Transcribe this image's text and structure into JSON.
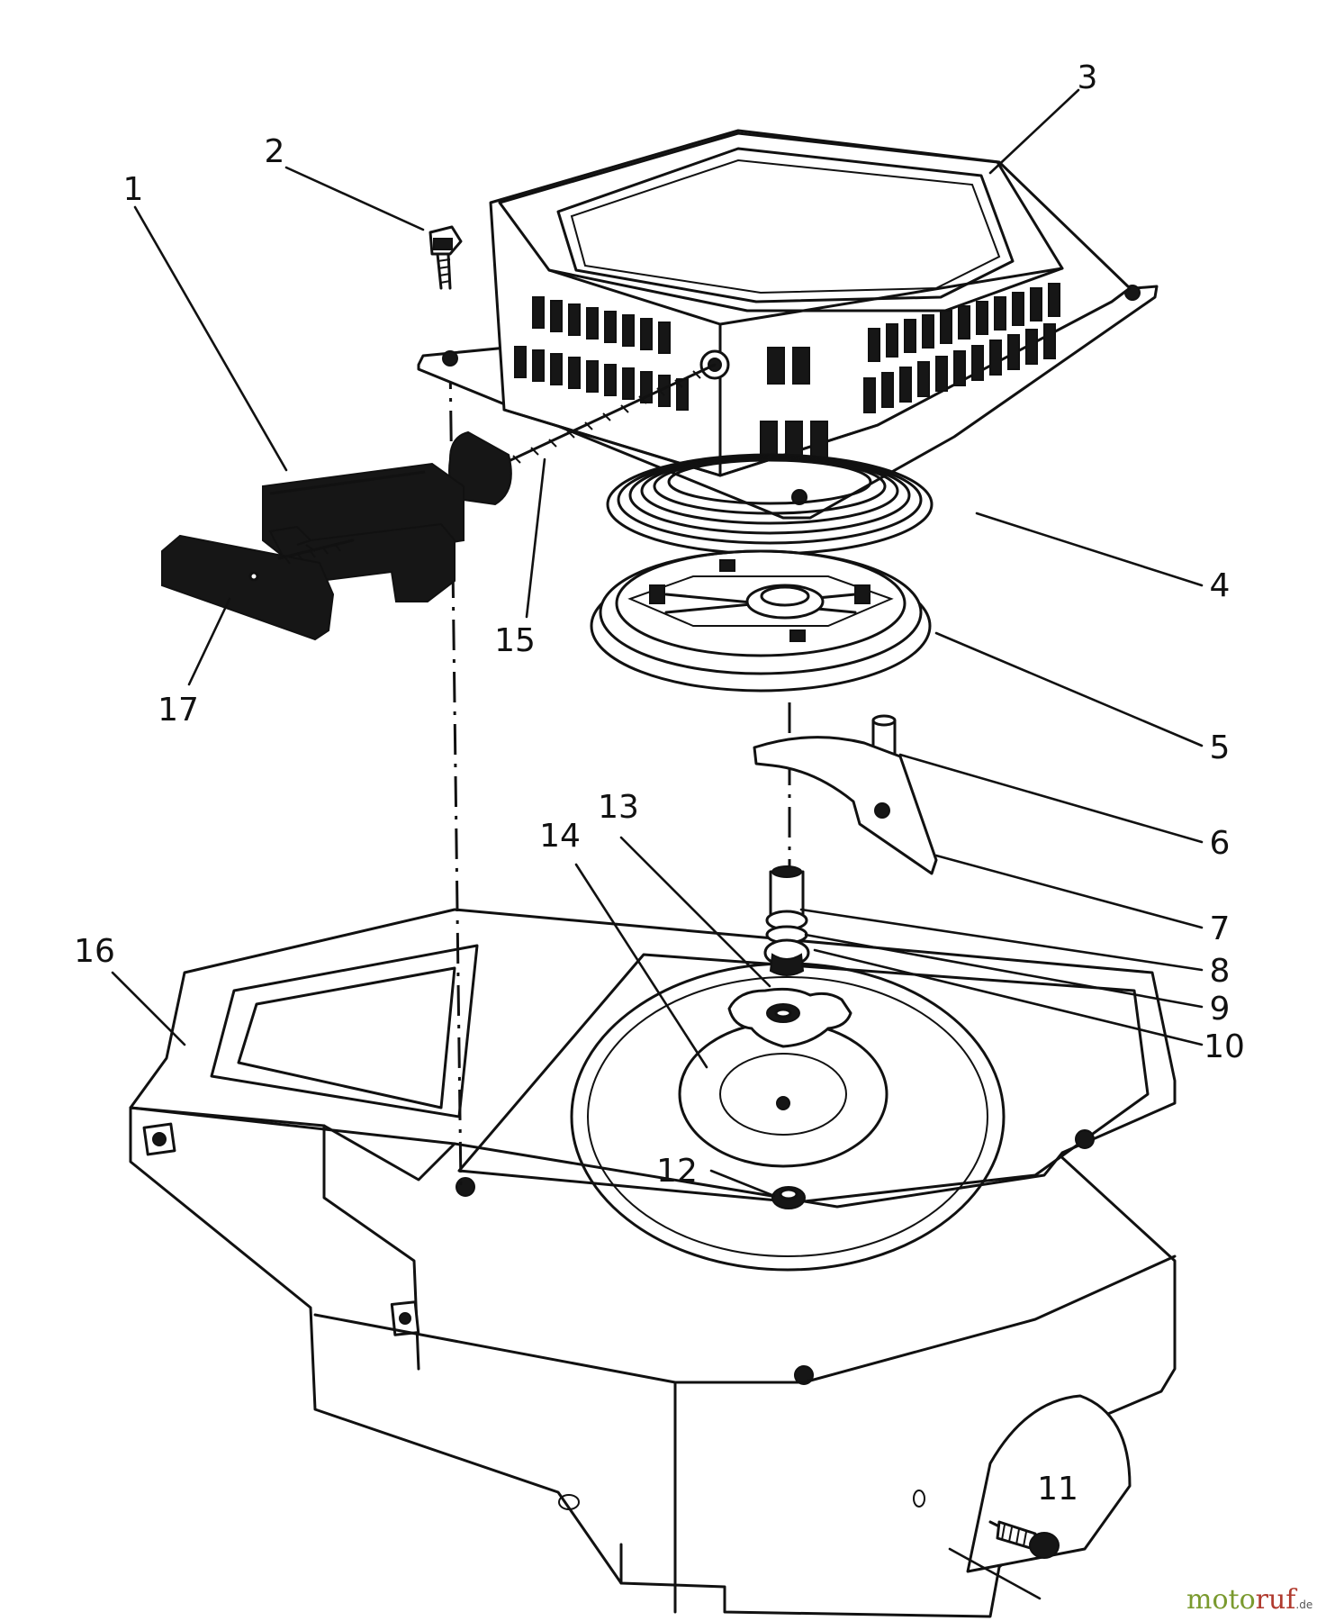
{
  "callouts": {
    "c1": "1",
    "c2": "2",
    "c3": "3",
    "c4": "4",
    "c5": "5",
    "c6": "6",
    "c7": "7",
    "c8": "8",
    "c9": "9",
    "c10": "10",
    "c11": "11",
    "c12": "12",
    "c13": "13",
    "c14": "14",
    "c15": "15",
    "c16": "16",
    "c17": "17"
  },
  "watermark": {
    "part1": "moto",
    "part2": "ruf",
    "suffix": ".de"
  },
  "colors": {
    "line": "#111111",
    "watermark_green": "#7a9a2e",
    "watermark_red": "#b03a2e"
  }
}
